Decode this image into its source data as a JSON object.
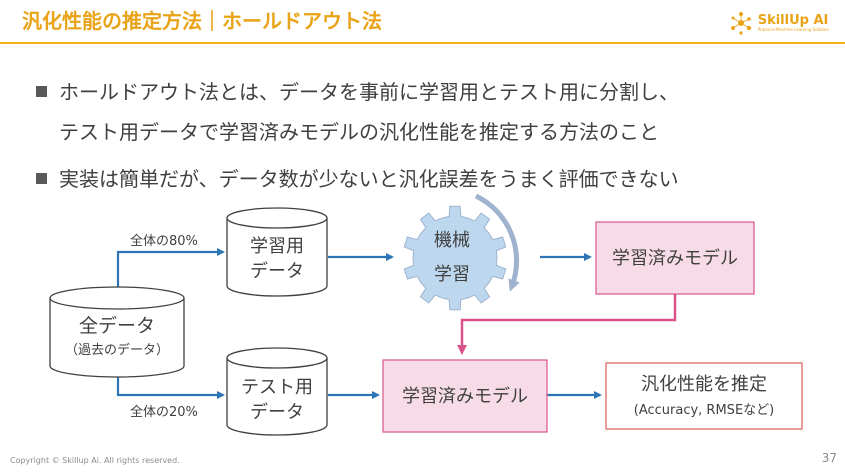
{
  "header": {
    "title": "汎化性能の推定方法｜ホールドアウト法"
  },
  "logo": {
    "name": "SkillUp AI",
    "sub": "Practical Machine Learning Solution"
  },
  "bullets": [
    {
      "line1": "ホールドアウト法とは、データを事前に学習用とテスト用に分割し、",
      "line2": "テスト用データで学習済みモデルの汎化性能を推定する方法のこと"
    },
    {
      "line1": "実装は簡単だが、データ数が少ないと汎化誤差をうまく評価できない"
    }
  ],
  "diagram": {
    "all_data": {
      "label": "全データ",
      "sub": "（過去のデータ）"
    },
    "train_data": {
      "line1": "学習用",
      "line2": "データ"
    },
    "test_data": {
      "line1": "テスト用",
      "line2": "データ"
    },
    "train_split": "全体の80%",
    "test_split": "全体の20%",
    "ml": {
      "line1": "機械",
      "line2": "学習"
    },
    "trained_model_top": "学習済みモデル",
    "trained_model_bottom": "学習済みモデル",
    "estimate": {
      "line1": "汎化性能を推定",
      "line2": "(Accuracy, RMSEなど)"
    }
  },
  "colors": {
    "accent": "#e8a317",
    "arrow": "#2e75b6",
    "pink_arrow": "#d9538a",
    "model_fill": "#f7dce8",
    "model_stroke": "#d9538a",
    "gear": "#bdd7ee",
    "result_stroke": "#e06666"
  },
  "footer": {
    "copyright": "Copyright © Skillup Ai. All rights reserved.",
    "page": "37"
  }
}
